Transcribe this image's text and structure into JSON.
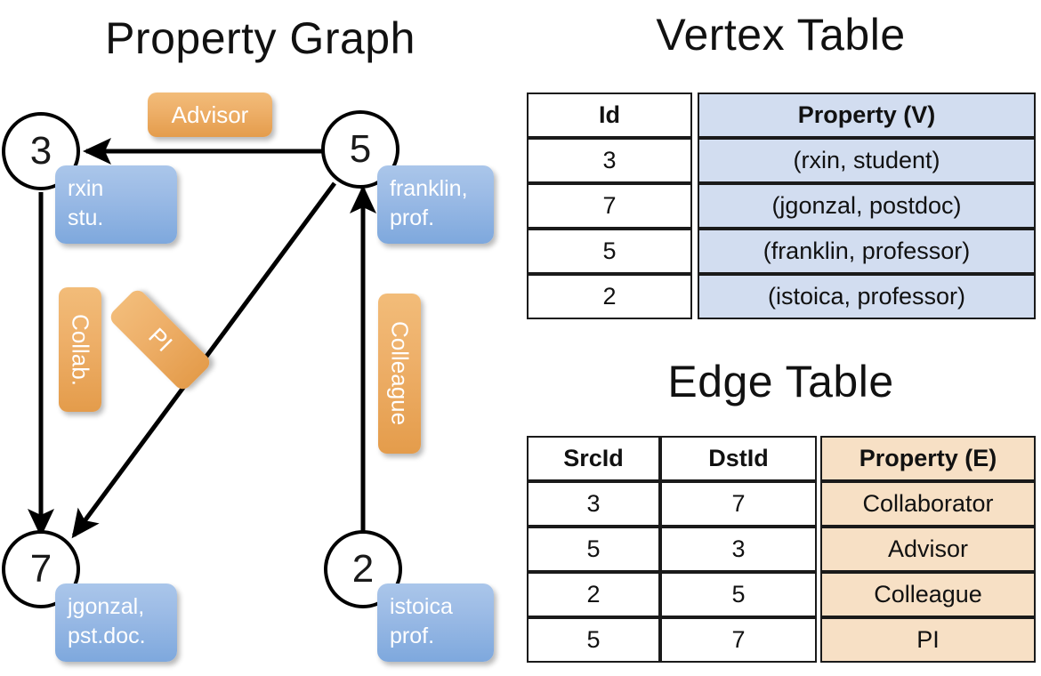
{
  "titles": {
    "property_graph": "Property Graph",
    "vertex_table": "Vertex Table",
    "edge_table": "Edge Table"
  },
  "graph": {
    "nodes": [
      {
        "id": "3",
        "label": "3",
        "property_line1": "rxin",
        "property_line2": "stu."
      },
      {
        "id": "5",
        "label": "5",
        "property_line1": "franklin,",
        "property_line2": "prof."
      },
      {
        "id": "7",
        "label": "7",
        "property_line1": "jgonzal,",
        "property_line2": "pst.doc."
      },
      {
        "id": "2",
        "label": "2",
        "property_line1": "istoica",
        "property_line2": "prof."
      }
    ],
    "edge_labels": {
      "advisor": "Advisor",
      "collab": "Collab.",
      "pi": "PI",
      "colleague": "Colleague"
    }
  },
  "vertex_table": {
    "headers": [
      "Id",
      "Property (V)"
    ],
    "rows": [
      {
        "id": "3",
        "property": "(rxin, student)"
      },
      {
        "id": "7",
        "property": "(jgonzal, postdoc)"
      },
      {
        "id": "5",
        "property": "(franklin, professor)"
      },
      {
        "id": "2",
        "property": "(istoica, professor)"
      }
    ]
  },
  "edge_table": {
    "headers": [
      "SrcId",
      "DstId",
      "Property (E)"
    ],
    "rows": [
      {
        "src": "3",
        "dst": "7",
        "property": "Collaborator"
      },
      {
        "src": "5",
        "dst": "3",
        "property": "Advisor"
      },
      {
        "src": "2",
        "dst": "5",
        "property": "Colleague"
      },
      {
        "src": "5",
        "dst": "7",
        "property": "PI"
      }
    ]
  },
  "colors": {
    "vertex_property_fill": "#d2ddf0",
    "edge_property_fill": "#f7e0c5",
    "node_box_blue": "#9dbce6",
    "edge_label_orange": "#eeb06a",
    "stroke": "#1a1a1a"
  }
}
